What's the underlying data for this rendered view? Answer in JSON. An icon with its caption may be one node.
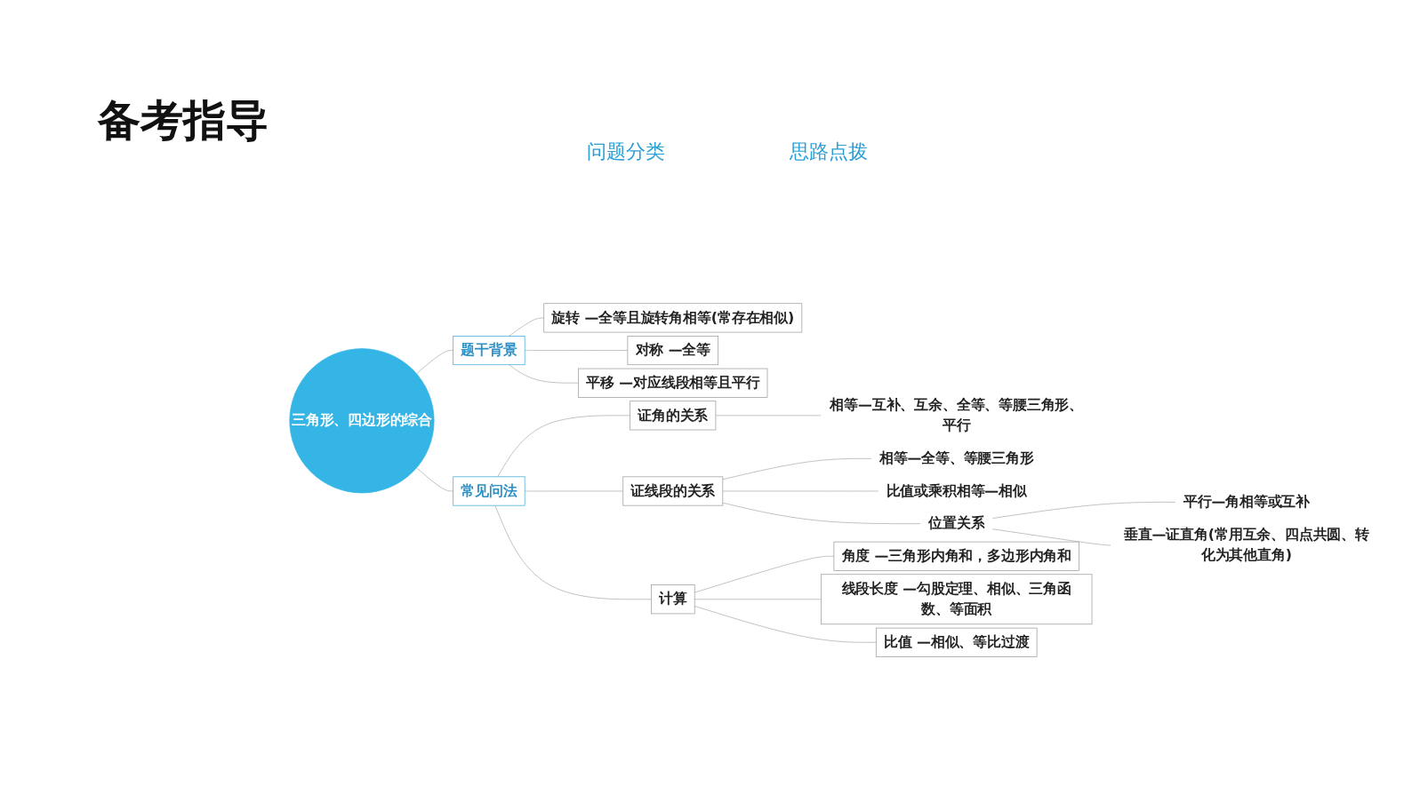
{
  "diagram": {
    "title": "备考指导",
    "nodes": [
      {
        "text": [
          "三角形、四边形的综合"
        ]
      },
      {
        "text": [
          "题干背景"
        ]
      },
      {
        "text": [
          "旋转",
          "—全等且旋转角相等(常存在相似)"
        ]
      },
      {
        "text": [
          "对称",
          "—全等"
        ]
      },
      {
        "text": [
          "平移",
          "—对应线段相等且平行"
        ]
      },
      {
        "text": [
          "常见问法"
        ]
      },
      {
        "text": [
          "证角的关系"
        ]
      },
      {
        "text": [
          "相等—互补、互余、全等、等腰三角形、平行"
        ]
      },
      {
        "text": [
          "证线段的关系"
        ]
      },
      {
        "text": [
          "相等—全等、等腰三角形"
        ]
      },
      {
        "text": [
          "比值或乘积相等—相似"
        ]
      },
      {
        "text": [
          "位置关系"
        ]
      },
      {
        "text": [
          "平行—角相等或互补"
        ]
      },
      {
        "text": [
          "垂直—证直角(常用互余、四点共圆、转化为其他直角)"
        ]
      },
      {
        "text": [
          "计算"
        ]
      },
      {
        "text": [
          "角度",
          "—三角形内角和，多边形内角和"
        ]
      },
      {
        "text": [
          "线段长度",
          "—勾股定理、相似、三角函数、等面积"
        ]
      },
      {
        "text": [
          "比值",
          "—相似、等比过渡"
        ]
      }
    ],
    "edges": [
      {
        "from": 0,
        "to": 1,
        "arrow": "none"
      },
      {
        "from": 1,
        "to": 2,
        "arrow": "none"
      },
      {
        "from": 1,
        "to": 3,
        "arrow": "none"
      },
      {
        "from": 1,
        "to": 4,
        "arrow": "none"
      },
      {
        "from": 0,
        "to": 5,
        "arrow": "none"
      },
      {
        "from": 5,
        "to": 6,
        "arrow": "none"
      },
      {
        "from": 6,
        "to": 7,
        "arrow": "none"
      },
      {
        "from": 5,
        "to": 8,
        "arrow": "none"
      },
      {
        "from": 8,
        "to": 9,
        "arrow": "none"
      },
      {
        "from": 8,
        "to": 10,
        "arrow": "none"
      },
      {
        "from": 8,
        "to": 11,
        "arrow": "none"
      },
      {
        "from": 11,
        "to": 12,
        "arrow": "none"
      },
      {
        "from": 11,
        "to": 13,
        "arrow": "none"
      },
      {
        "from": 5,
        "to": 14,
        "arrow": "none"
      },
      {
        "from": 14,
        "to": 15,
        "arrow": "none"
      },
      {
        "from": 14,
        "to": 16,
        "arrow": "none"
      },
      {
        "from": 14,
        "to": 17,
        "arrow": "none"
      }
    ],
    "labels": [
      "问题分类",
      "思路点拨"
    ]
  }
}
